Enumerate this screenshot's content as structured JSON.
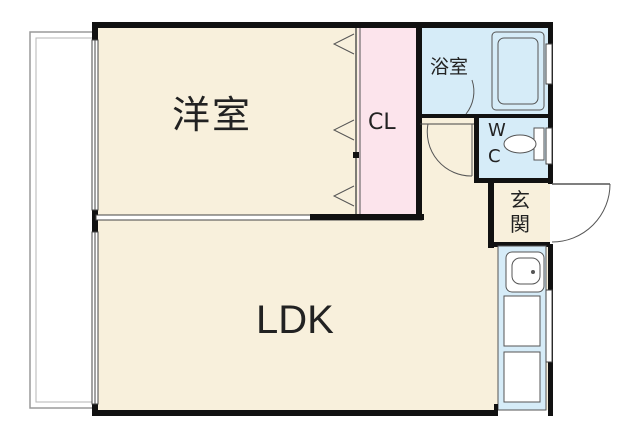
{
  "rooms": {
    "western": "洋室",
    "closet": "CL",
    "bath": "浴室",
    "toilet_w": "W",
    "toilet_c": "C",
    "entrance_1": "玄",
    "entrance_2": "関",
    "ldk": "LDK"
  },
  "colors": {
    "room_fill": "#f8f0dc",
    "closet_fill": "#fce4ec",
    "wet_fill": "#d6ecf8",
    "wall": "#111111",
    "balcony": "#9a9a9a"
  }
}
